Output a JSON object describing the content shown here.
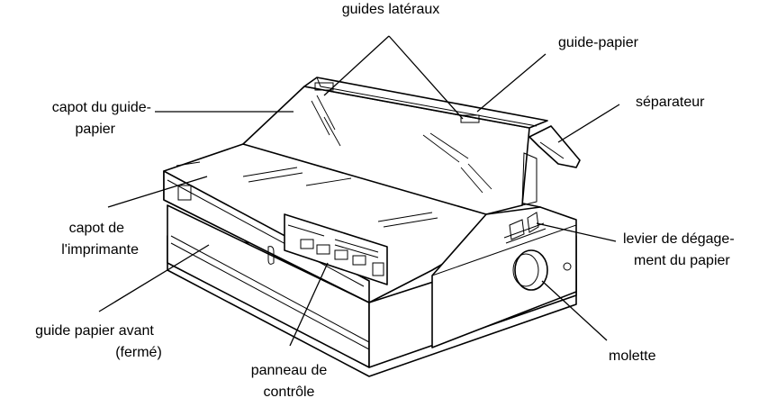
{
  "labels": {
    "guides_lateraux": "guides latéraux",
    "guide_papier": "guide-papier",
    "capot_guide_1": "capot du guide-",
    "capot_guide_2": "papier",
    "separateur": "séparateur",
    "capot_imprimante_1": "capot de",
    "capot_imprimante_2": "l'imprimante",
    "levier_1": "levier de dégage-",
    "levier_2": "ment du papier",
    "guide_avant_1": "guide papier avant",
    "guide_avant_2": "(fermé)",
    "molette": "molette",
    "panneau_1": "panneau de",
    "panneau_2": "contrôle"
  }
}
